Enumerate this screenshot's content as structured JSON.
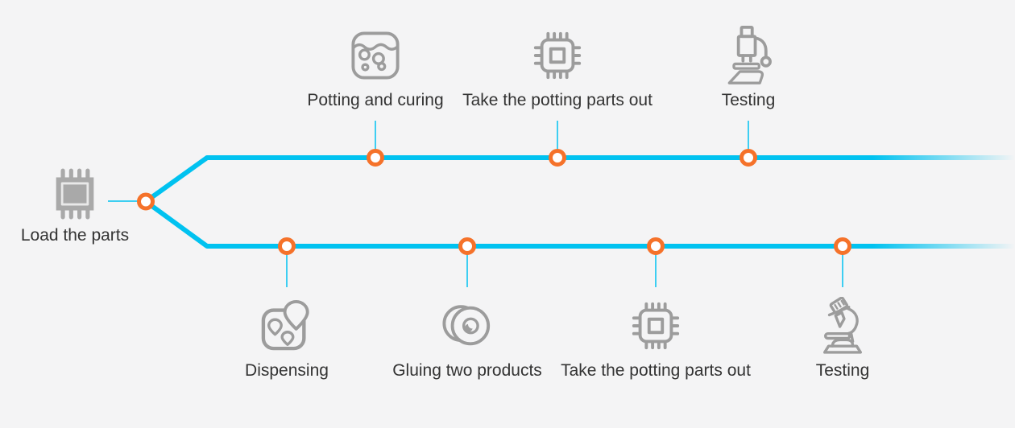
{
  "diagram": {
    "colors": {
      "background": "#f4f4f5",
      "line": "#00c2f0",
      "node_ring": "#f5722a",
      "node_fill": "#ffffff",
      "icon": "#9c9c9c",
      "text": "#333333"
    },
    "start": {
      "label": "Load the parts",
      "icon": "chip-filled-icon"
    },
    "branches": {
      "top": {
        "stations": [
          {
            "label": "Potting and curing",
            "icon": "potting-icon"
          },
          {
            "label": "Take the potting parts out",
            "icon": "chip-outline-icon"
          },
          {
            "label": "Testing",
            "icon": "microscope-icon"
          }
        ]
      },
      "bottom": {
        "stations": [
          {
            "label": "Dispensing",
            "icon": "dispensing-icon"
          },
          {
            "label": "Gluing two products",
            "icon": "glued-discs-icon"
          },
          {
            "label": "Take the potting parts out",
            "icon": "chip-outline-icon"
          },
          {
            "label": "Testing",
            "icon": "microscope-tilted-icon"
          }
        ]
      }
    }
  }
}
